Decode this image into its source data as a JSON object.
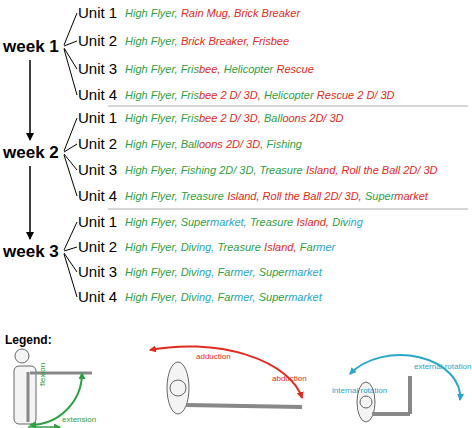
{
  "diagram": {
    "labels": [
      "week 1",
      "Unit 1",
      "High Flyer,",
      "Rain Mug, Brick Breaker",
      "Unit 2",
      "High Flyer,",
      "Brick Breaker, Frisbee",
      "Unit 3",
      "High Flyer, Fris",
      "bee,",
      "Helicopter",
      "Rescue",
      "Unit 4",
      "High Flyer, Fris",
      "bee 2 D/ 3D,",
      "Helicopter",
      "Rescue 2 D/ 3D",
      "week 2",
      "Unit 1",
      "High Flyer, Fris",
      "bee 2 D/ 3D,",
      "Ball",
      "oons 2D/ 3D",
      "Unit 2",
      "High Flyer, Ball",
      "oons 2D/ 3D,",
      "Fishing",
      "Unit 3",
      "High Flyer, Fishing 2D/ 3D, Treasure",
      "Island, Roll the Ball 2D/ 3D",
      "Unit 4",
      "High Flyer, Treasure",
      "Island, Roll the Ball 2D/ 3D,",
      "Super",
      "market",
      "week 3",
      "Unit 1",
      "High Flyer, Super",
      "market,",
      "Treasure",
      "Island,",
      "Div",
      "ing",
      "Unit 2",
      "High Flyer, Div",
      "ing,",
      "Treasure",
      "Island,",
      "Far",
      "mer",
      "Unit 3",
      "High Flyer, Div",
      "ing,",
      "Far",
      "mer,",
      "Super",
      "market",
      "Unit 4",
      "High Flyer, Div",
      "ing,",
      "Far",
      "mer,",
      "Super",
      "market",
      "Legend:"
    ],
    "legend": [
      {
        "text": "flexion"
      },
      {
        "text": "extension"
      },
      {
        "text": "adduction"
      },
      {
        "text": "abduction"
      },
      {
        "text": "internal rotation"
      },
      {
        "text": "external rotation"
      }
    ]
  }
}
